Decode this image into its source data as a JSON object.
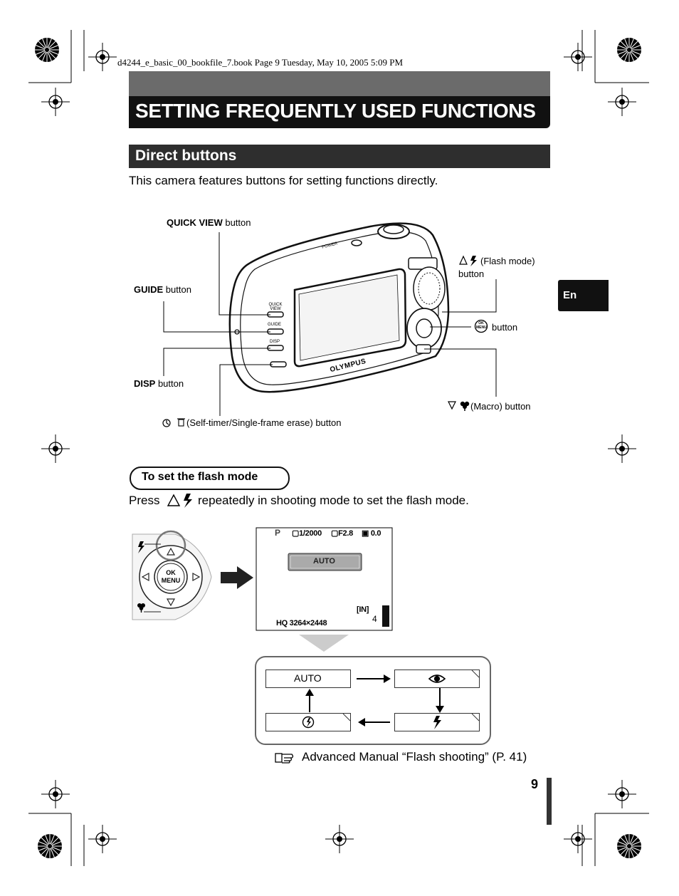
{
  "print_header": "d4244_e_basic_00_bookfile_7.book  Page 9  Tuesday, May 10, 2005  5:09 PM",
  "title": "SETTING FREQUENTLY USED FUNCTIONS",
  "section": {
    "title": "Direct buttons",
    "intro": "This camera features buttons for setting functions directly."
  },
  "language_tab": "En",
  "camera": {
    "brand": "OLYMPUS",
    "power_label": "POWER",
    "side_button_labels": [
      "QUICK VIEW",
      "GUIDE",
      "DISP"
    ]
  },
  "callouts": {
    "quick_view": {
      "bold": "QUICK VIEW",
      "rest": " button"
    },
    "guide": {
      "bold": "GUIDE",
      "rest": " button"
    },
    "disp": {
      "bold": "DISP",
      "rest": " button"
    },
    "selftimer": "(Self-timer/Single-frame erase) button",
    "flash_mode": "(Flash mode)",
    "flash_button": "button",
    "ok_button": "button",
    "macro": "(Macro) button",
    "ok_icon_line1": "OK",
    "ok_icon_line2": "MENU"
  },
  "subsection": {
    "title": "To set the flash mode",
    "press_before": "Press",
    "press_after": "repeatedly in shooting mode to set the flash mode."
  },
  "dial": {
    "ok_line1": "OK",
    "ok_line2": "MENU"
  },
  "lcd": {
    "mode": "P",
    "shutter": "1/2000",
    "aperture": "F2.8",
    "exposure": "0.0",
    "flash_mode": "AUTO",
    "memory": "[IN]",
    "remaining": "4",
    "quality": "HQ 3264×2448"
  },
  "flow": {
    "auto": "AUTO",
    "redeye_icon": "red-eye-reduction-icon",
    "fill_icon": "fill-in-flash-icon",
    "off_icon": "flash-off-icon"
  },
  "reference": "Advanced Manual “Flash shooting” (P. 41)",
  "page_number": "9"
}
